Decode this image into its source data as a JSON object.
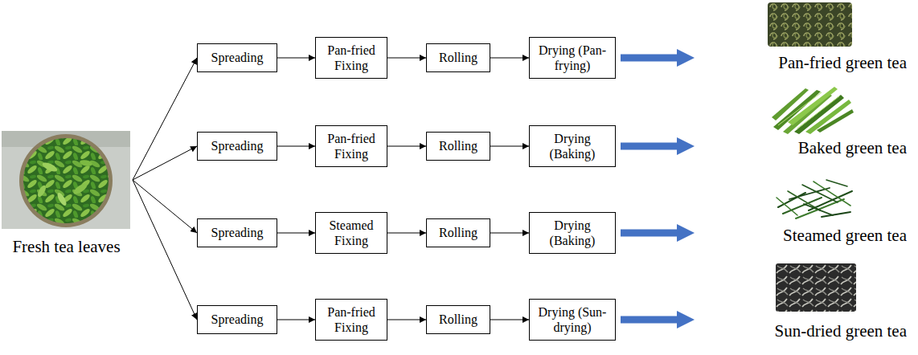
{
  "diagram": {
    "nodes": [
      {
        "text": [
          "Fresh tea leaves"
        ]
      },
      {
        "text": [
          "Spreading"
        ]
      },
      {
        "text": [
          "Pan-fried Fixing"
        ]
      },
      {
        "text": [
          "Rolling"
        ]
      },
      {
        "text": [
          "Drying (Pan-frying)"
        ]
      },
      {
        "text": [
          "Pan-fried green tea"
        ]
      },
      {
        "text": [
          "Spreading"
        ]
      },
      {
        "text": [
          "Pan-fried Fixing"
        ]
      },
      {
        "text": [
          "Rolling"
        ]
      },
      {
        "text": [
          "Drying (Baking)"
        ]
      },
      {
        "text": [
          "Baked green tea"
        ]
      },
      {
        "text": [
          "Spreading"
        ]
      },
      {
        "text": [
          "Steamed Fixing"
        ]
      },
      {
        "text": [
          "Rolling"
        ]
      },
      {
        "text": [
          "Drying (Baking)"
        ]
      },
      {
        "text": [
          "Steamed green tea"
        ]
      },
      {
        "text": [
          "Spreading"
        ]
      },
      {
        "text": [
          "Pan-fried Fixing"
        ]
      },
      {
        "text": [
          "Rolling"
        ]
      },
      {
        "text": [
          "Drying (Sun-drying)"
        ]
      },
      {
        "text": [
          "Sun-dried green tea"
        ]
      }
    ],
    "edges": [
      {
        "from": 0,
        "to": 1,
        "arrow": "to"
      },
      {
        "from": 1,
        "to": 2,
        "arrow": "to"
      },
      {
        "from": 2,
        "to": 3,
        "arrow": "to"
      },
      {
        "from": 3,
        "to": 4,
        "arrow": "to"
      },
      {
        "from": 4,
        "to": 5,
        "arrow": "to"
      },
      {
        "from": 0,
        "to": 6,
        "arrow": "to"
      },
      {
        "from": 6,
        "to": 7,
        "arrow": "to"
      },
      {
        "from": 7,
        "to": 8,
        "arrow": "to"
      },
      {
        "from": 8,
        "to": 9,
        "arrow": "to"
      },
      {
        "from": 9,
        "to": 10,
        "arrow": "to"
      },
      {
        "from": 0,
        "to": 11,
        "arrow": "to"
      },
      {
        "from": 11,
        "to": 12,
        "arrow": "to"
      },
      {
        "from": 12,
        "to": 13,
        "arrow": "to"
      },
      {
        "from": 13,
        "to": 14,
        "arrow": "to"
      },
      {
        "from": 14,
        "to": 15,
        "arrow": "to"
      },
      {
        "from": 0,
        "to": 16,
        "arrow": "to"
      },
      {
        "from": 16,
        "to": 17,
        "arrow": "to"
      },
      {
        "from": 17,
        "to": 18,
        "arrow": "to"
      },
      {
        "from": 18,
        "to": 19,
        "arrow": "to"
      },
      {
        "from": 19,
        "to": 20,
        "arrow": "to"
      }
    ]
  }
}
